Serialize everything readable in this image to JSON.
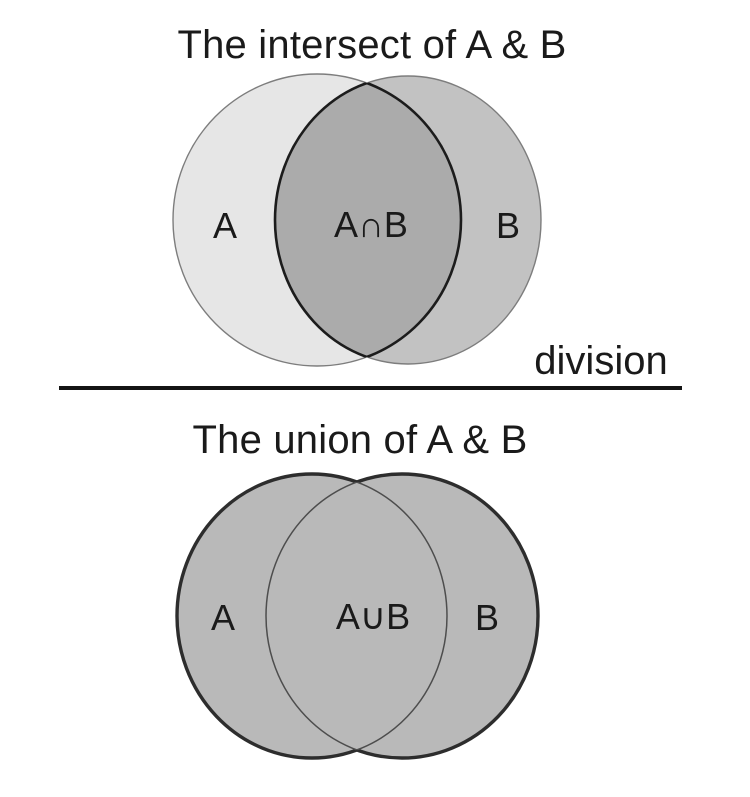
{
  "text_color": "#1a1a1a",
  "intersect_diagram": {
    "title": "The intersect of A & B",
    "labels": {
      "a": "A",
      "intersection": "A∩B",
      "b": "B"
    },
    "colors": {
      "circle_a_fill": "#e6e6e6",
      "circle_b_fill": "#c2c2c2",
      "intersection_fill": "#ababab",
      "circle_outline": "#7d7d7d",
      "intersection_outline": "#1c1c1c"
    }
  },
  "divider": {
    "label": "division",
    "line_color": "#141414"
  },
  "union_diagram": {
    "title": "The union of A & B",
    "labels": {
      "a": "A",
      "union": "A∪B",
      "b": "B"
    },
    "colors": {
      "circle_fill": "#b9b9b9",
      "circle_outline": "#2d2d2d",
      "inner_outline": "#4d4d4d"
    }
  }
}
